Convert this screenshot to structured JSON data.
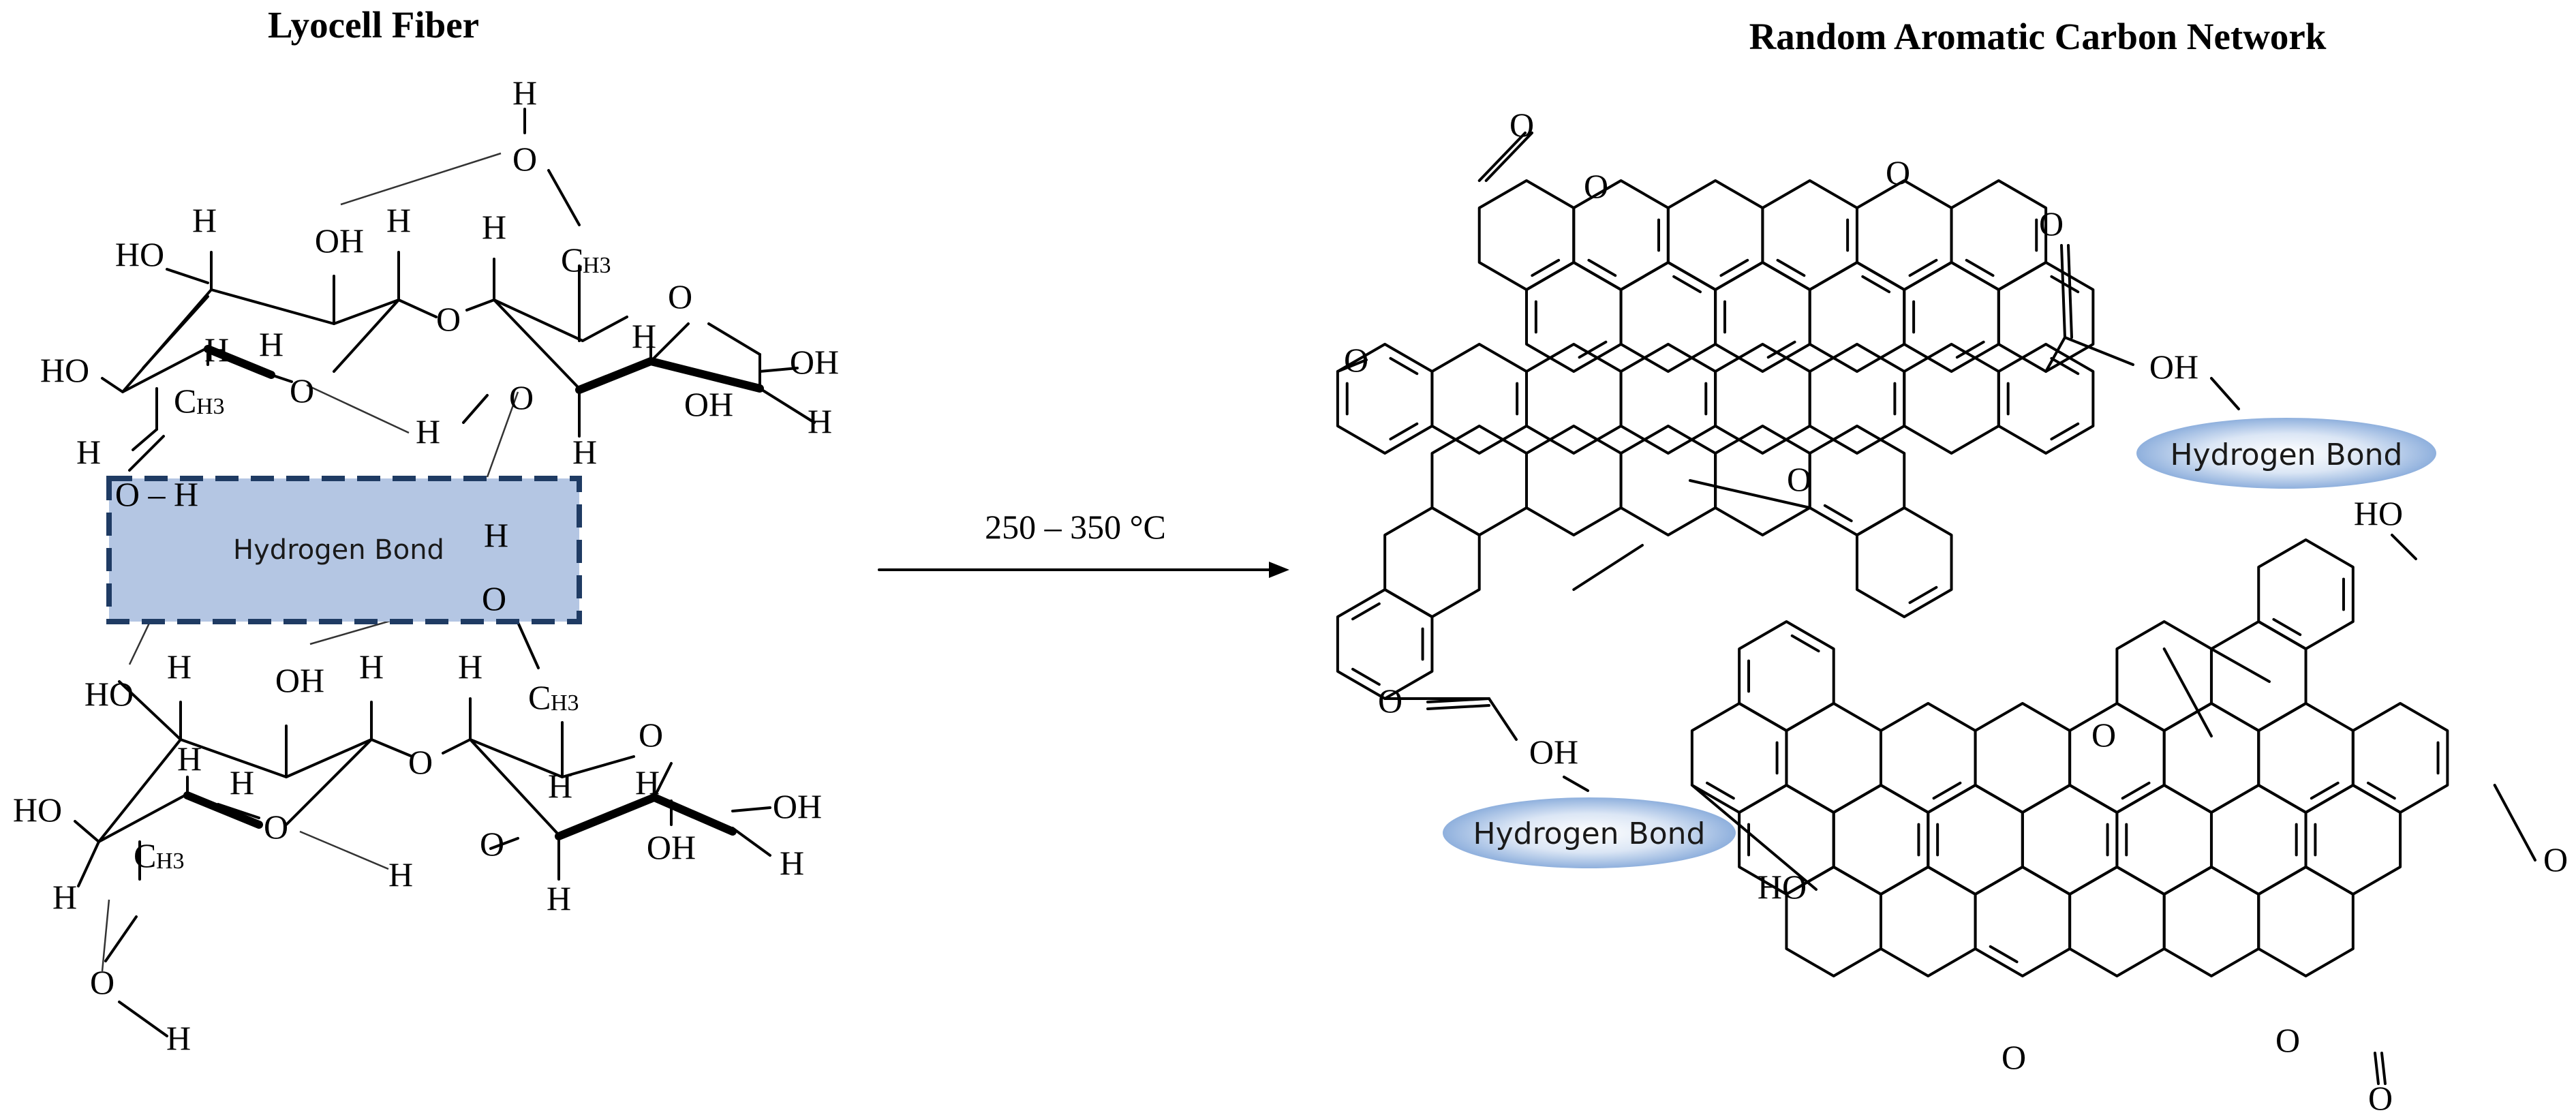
{
  "left_title": "Lyocell Fiber",
  "right_title": "Random Aromatic Carbon Network",
  "condition": "250 – 350 °C",
  "hb_label": "Hydrogen Bond",
  "colors": {
    "hb_box_fill": "#b4c6e3",
    "hb_box_border": "#1f3b63",
    "ellipse_center": "#ffffff",
    "ellipse_edge": "#8fb0dd",
    "ink": "#000000"
  },
  "atoms": {
    "H": "H",
    "O": "O",
    "HO": "HO",
    "OH": "OH",
    "C": "C",
    "H3": "H3",
    "O_H": "O – H"
  }
}
